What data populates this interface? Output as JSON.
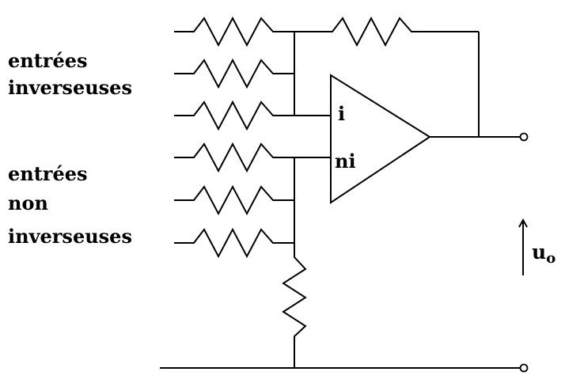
{
  "labels": {
    "inverting_inputs_line1": "entrées",
    "inverting_inputs_line2": "inverseuses",
    "noninverting_inputs_line1": "entrées",
    "noninverting_inputs_line2": "non",
    "noninverting_inputs_line3": "inverseuses",
    "pin_inverting": "i",
    "pin_noninverting": "ni",
    "output_voltage": "u",
    "output_voltage_subscript": "o"
  },
  "colors": {
    "stroke": "#000000",
    "background": "#ffffff"
  }
}
